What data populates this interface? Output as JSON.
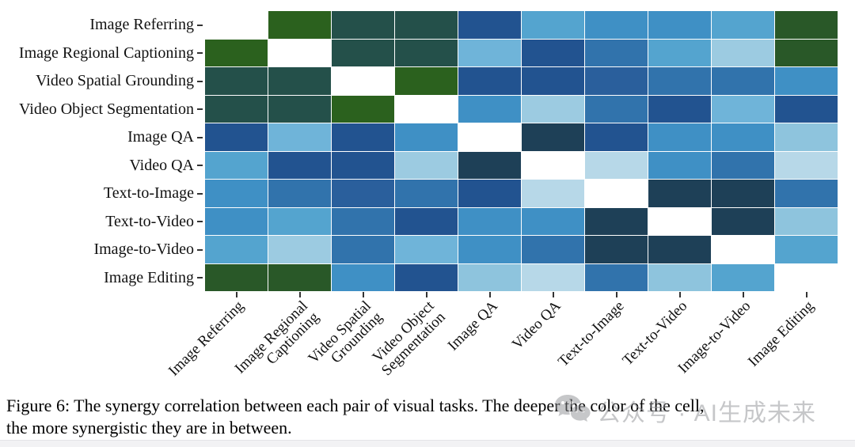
{
  "figure": {
    "caption_line1": "Figure 6: The synergy correlation between each pair of visual tasks. The deeper the color of the cell,",
    "caption_line2": "the more synergistic they are in between."
  },
  "watermark": {
    "icon": "wechat-bubbles-icon",
    "text": "公众号 · AI生成未来",
    "color": "#8f9094"
  },
  "chart_data": {
    "type": "heatmap",
    "title": "",
    "xlabel": "",
    "ylabel": "",
    "colorbar": false,
    "legend": "none",
    "value_encoding": "deeper color = stronger synergy (no numeric labels shown)",
    "rows": [
      "Image Referring",
      "Image Regional Captioning",
      "Video Spatial Grounding",
      "Video Object Segmentation",
      "Image QA",
      "Video QA",
      "Text-to-Image",
      "Text-to-Video",
      "Image-to-Video",
      "Image Editing"
    ],
    "xtick_labels": [
      "Image Referring",
      "Image Regional\nCaptioning",
      "Video Spatial\nGrounding",
      "Video Object\nSegmentation",
      "Image QA",
      "Video QA",
      "Text-to-Image",
      "Text-to-Video",
      "Image-to-Video",
      "Image Editing"
    ],
    "palette": {
      "W": "#ffffff",
      "G1": "#2b611e",
      "G2": "#295828",
      "T": "#24504a",
      "N": "#1e4057",
      "D1": "#225390",
      "D2": "#2a5f9c",
      "M1": "#3173ac",
      "M2": "#3f90c5",
      "L1": "#54a4cf",
      "L2": "#6fb4d9",
      "L3": "#8ec4dd",
      "V1": "#9ccbe1",
      "V2": "#b7d8e8"
    },
    "palette_legend": {
      "W": "diagonal / none",
      "G1": "dark green (strongest, grounding pair)",
      "G2": "forest green (editing-referring pair)",
      "T": "dark teal",
      "N": "darkest navy blue",
      "D1": "dark blue",
      "D2": "dark-medium blue",
      "M1": "medium-dark blue",
      "M2": "medium blue",
      "L1": "light-medium blue",
      "L2": "light blue",
      "L3": "lighter blue",
      "V1": "very light blue",
      "V2": "palest blue"
    },
    "matrix": [
      [
        "W",
        "G1",
        "T",
        "T",
        "D1",
        "L1",
        "M2",
        "M2",
        "L1",
        "G2"
      ],
      [
        "G1",
        "W",
        "T",
        "T",
        "L2",
        "D1",
        "M1",
        "L1",
        "V1",
        "G2"
      ],
      [
        "T",
        "T",
        "W",
        "G1",
        "D1",
        "D1",
        "D2",
        "M1",
        "M1",
        "M2"
      ],
      [
        "T",
        "T",
        "G1",
        "W",
        "M2",
        "V1",
        "M1",
        "D1",
        "L2",
        "D1"
      ],
      [
        "D1",
        "L2",
        "D1",
        "M2",
        "W",
        "N",
        "D1",
        "M2",
        "M2",
        "L3"
      ],
      [
        "L1",
        "D1",
        "D1",
        "V1",
        "N",
        "W",
        "V2",
        "M2",
        "M1",
        "V2"
      ],
      [
        "M2",
        "M1",
        "D2",
        "M1",
        "D1",
        "V2",
        "W",
        "N",
        "N",
        "M1"
      ],
      [
        "M2",
        "L1",
        "M1",
        "D1",
        "M2",
        "M2",
        "N",
        "W",
        "N",
        "L3"
      ],
      [
        "L1",
        "V1",
        "M1",
        "L2",
        "M2",
        "M1",
        "N",
        "N",
        "W",
        "L1"
      ],
      [
        "G2",
        "G2",
        "M2",
        "D1",
        "L3",
        "V2",
        "M1",
        "L3",
        "L1",
        "W"
      ]
    ]
  }
}
